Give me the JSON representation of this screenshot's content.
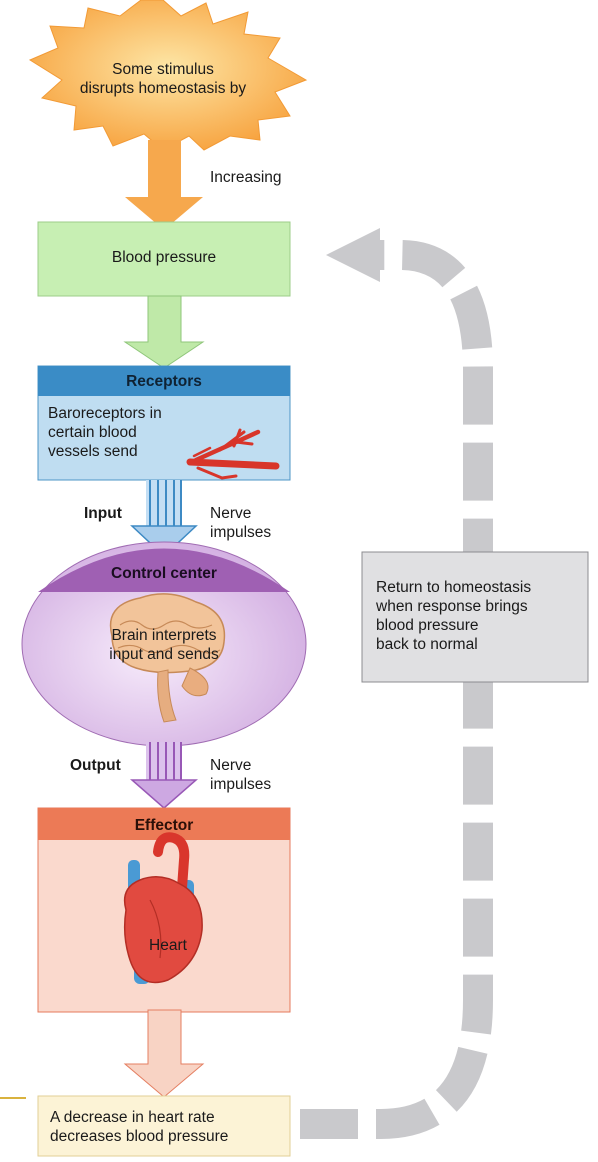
{
  "stimulus": {
    "text_line1": "Some stimulus",
    "text_line2": "disrupts homeostasis by"
  },
  "change": {
    "label": "Increasing"
  },
  "variable": {
    "label": "Blood pressure"
  },
  "receptors": {
    "header": "Receptors",
    "line1": "Baroreceptors in",
    "line2": "certain blood",
    "line3": "vessels send"
  },
  "input": {
    "label": "Input",
    "line1": "Nerve",
    "line2": "impulses"
  },
  "control_center": {
    "header": "Control center",
    "line1": "Brain interprets",
    "line2": "input and sends"
  },
  "output": {
    "label": "Output",
    "line1": "Nerve",
    "line2": "impulses"
  },
  "effector": {
    "header": "Effector",
    "organ_label": "Heart"
  },
  "response": {
    "line1": "A decrease in heart rate",
    "line2": "decreases blood pressure"
  },
  "feedback": {
    "line1": "Return to homeostasis",
    "line2": "when response brings",
    "line3": "blood pressure",
    "line4": "back to normal"
  },
  "colors": {
    "stimulus": "#f9a94a",
    "variable_box": "#c6efb2",
    "receptor_header": "#3b8fc8",
    "receptor_box": "#bcdcf0",
    "control_header": "#a66bb5",
    "control_body": "#ddc3ea",
    "effector_header": "#ee7c56",
    "effector_box": "#fad9cd",
    "response_box": "#fcf3d6",
    "feedback_arrow": "#c9c9cc"
  }
}
